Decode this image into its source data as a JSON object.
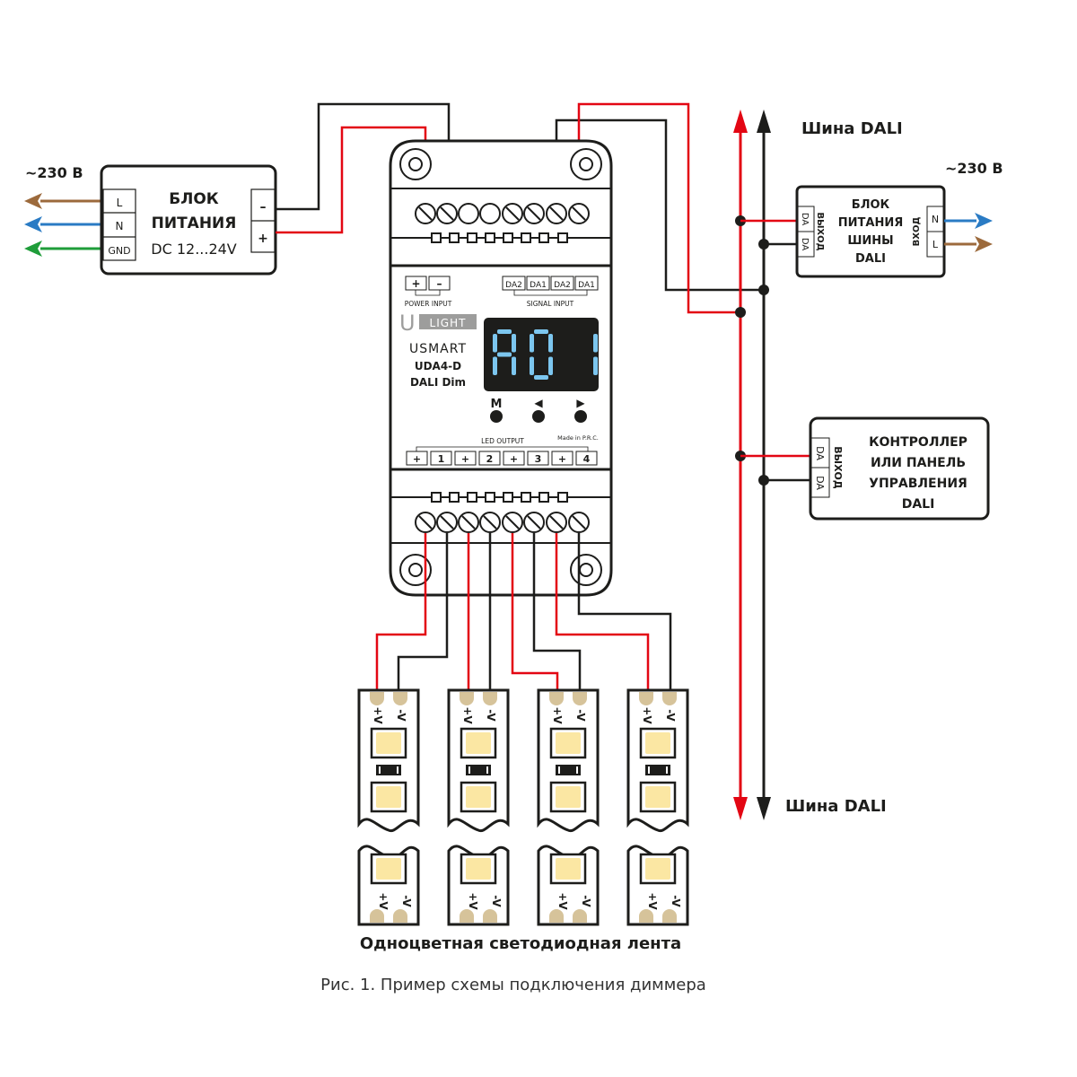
{
  "colors": {
    "wire_red": "#e30613",
    "wire_black": "#1d1d1b",
    "wire_brown": "#9c6a3c",
    "wire_blue": "#2a7bc4",
    "wire_green": "#1f9d3a",
    "display_bg": "#1d1d1b",
    "display_digits": "#7cc6ef",
    "led": "#fbe7a3",
    "pad": "#d6c39a",
    "logo_grey": "#9d9d9c"
  },
  "mains_left": {
    "label": "~230 В"
  },
  "power_supply": {
    "title_line1": "БЛОК",
    "title_line2": "ПИТАНИЯ",
    "rating": "DC 12...24V",
    "inputs": [
      "L",
      "N",
      "GND"
    ],
    "outputs": [
      "–",
      "+"
    ]
  },
  "dimmer": {
    "power_input_terminals": [
      "+",
      "–"
    ],
    "power_input_label": "POWER INPUT",
    "signal_input_terminals": [
      "DA2",
      "DA1",
      "DA2",
      "DA1"
    ],
    "signal_input_label": "SIGNAL INPUT",
    "logo_u": "U",
    "logo_light": "LIGHT",
    "brand": "USMART",
    "model": "UDA4-D",
    "model_sub": "DALI Dim",
    "display_text": "A01",
    "buttons": [
      {
        "label": "M",
        "icon": "mode"
      },
      {
        "label": "◀",
        "icon": "left-arrow"
      },
      {
        "label": "▶",
        "icon": "right-arrow"
      }
    ],
    "led_output_label": "LED OUTPUT",
    "made_in": "Made in P.R.C.",
    "led_output_terminals": [
      "+",
      "1",
      "+",
      "2",
      "+",
      "3",
      "+",
      "4"
    ]
  },
  "dali_bus": {
    "label_top": "Шина DALI",
    "label_bottom": "Шина DALI"
  },
  "dali_psu": {
    "mains_label": "~230 В",
    "title_line1": "БЛОК",
    "title_line2": "ПИТАНИЯ",
    "title_line3": "ШИНЫ",
    "title_line4": "DALI",
    "output_label": "ВЫХОД",
    "input_label": "ВХОД",
    "output_terminals": [
      "DA",
      "DA"
    ],
    "input_terminals": [
      "N",
      "L"
    ]
  },
  "dali_controller": {
    "title_line1": "КОНТРОЛЛЕР",
    "title_line2": "ИЛИ ПАНЕЛЬ",
    "title_line3": "УПРАВЛЕНИЯ",
    "title_line4": "DALI",
    "output_label": "ВЫХОД",
    "terminals": [
      "DA",
      "DA"
    ]
  },
  "led_strips": {
    "count": 4,
    "plus_label": "+",
    "minus_label": "-",
    "v_label": "V",
    "caption": "Одноцветная светодиодная лента"
  },
  "figure_caption": "Рис. 1. Пример схемы подключения диммера"
}
